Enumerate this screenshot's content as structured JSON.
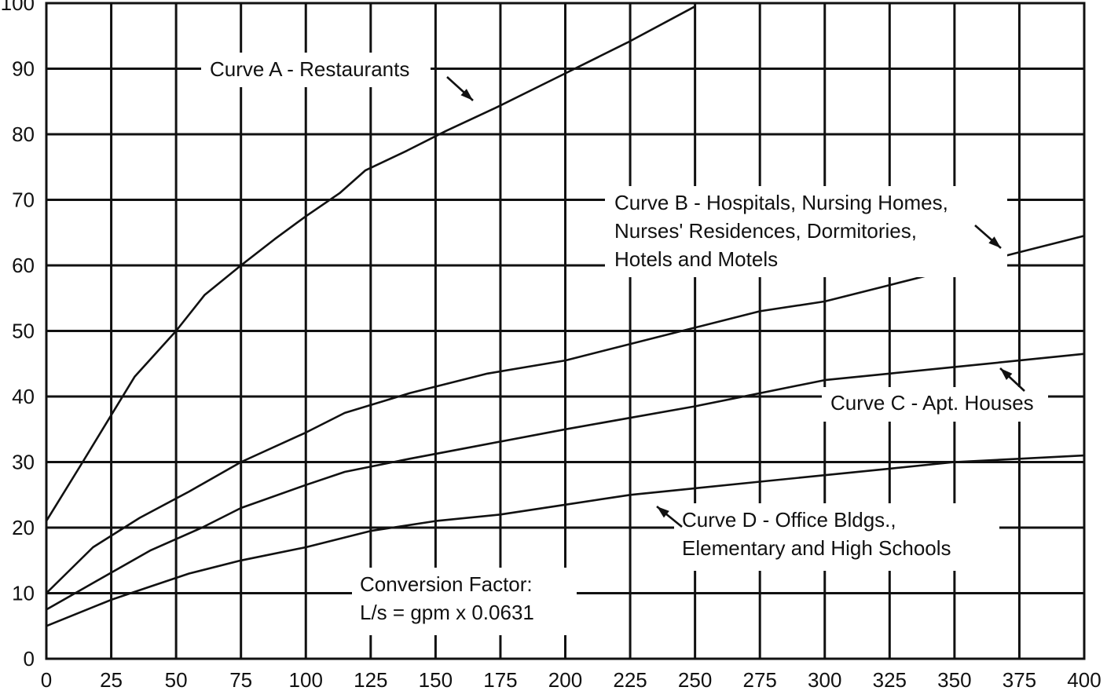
{
  "chart_data": {
    "type": "line",
    "title": "",
    "xlabel": "",
    "ylabel": "",
    "xlim": [
      0,
      400
    ],
    "ylim": [
      0,
      100
    ],
    "x_ticks": [
      0,
      25,
      50,
      75,
      100,
      125,
      150,
      175,
      200,
      225,
      250,
      275,
      300,
      325,
      350,
      375,
      400
    ],
    "y_ticks": [
      0,
      10,
      20,
      30,
      40,
      50,
      60,
      70,
      80,
      90,
      100
    ],
    "grid": true,
    "series": [
      {
        "name": "Curve A - Restaurants",
        "x": [
          0,
          14,
          34,
          50,
          61,
          75,
          88,
          100,
          113,
          123,
          139,
          154,
          173,
          196,
          224,
          250
        ],
        "y": [
          21,
          30,
          43,
          50,
          55.5,
          60,
          64,
          67.5,
          71,
          74.5,
          77.5,
          80.5,
          84,
          88.5,
          94,
          99.5
        ]
      },
      {
        "name": "Curve B - Hospitals, Nursing Homes, Nurses' Residences, Dormitories, Hotels and Motels",
        "x": [
          0,
          18,
          36,
          55,
          75,
          100,
          115,
          140,
          170,
          200,
          250,
          275,
          300,
          325,
          350,
          375,
          400
        ],
        "y": [
          10,
          17,
          21.5,
          25.5,
          30,
          34.5,
          37.5,
          40.5,
          43.5,
          45.5,
          50.5,
          53,
          54.5,
          57,
          59.5,
          62,
          64.5
        ]
      },
      {
        "name": "Curve C - Apt. Houses",
        "x": [
          0,
          20,
          40,
          60,
          75,
          100,
          115,
          140,
          160,
          200,
          250,
          300,
          325,
          350,
          375,
          400
        ],
        "y": [
          7.5,
          12,
          16.5,
          20,
          23,
          26.5,
          28.5,
          30.5,
          32,
          35,
          38.5,
          42.5,
          43.5,
          44.5,
          45.5,
          46.5
        ]
      },
      {
        "name": "Curve D - Office Bldgs., Elementary and High Schools",
        "x": [
          0,
          25,
          40,
          55,
          75,
          100,
          125,
          150,
          175,
          200,
          225,
          250,
          275,
          300,
          325,
          350,
          375,
          400
        ],
        "y": [
          5,
          9,
          11,
          13,
          15,
          17,
          19.5,
          21,
          22,
          23.5,
          25,
          26,
          27,
          28,
          29,
          30,
          30.5,
          31
        ]
      }
    ],
    "annotations": {
      "curve_a": [
        "Curve A - Restaurants"
      ],
      "curve_b": [
        "Curve B - Hospitals, Nursing Homes,",
        "Nurses' Residences, Dormitories,",
        "Hotels and Motels"
      ],
      "curve_c": [
        "Curve C - Apt. Houses"
      ],
      "curve_d": [
        "Curve D - Office Bldgs.,",
        "Elementary and High Schools"
      ],
      "conversion": [
        "Conversion Factor:",
        "L/s = gpm x 0.0631"
      ]
    }
  }
}
